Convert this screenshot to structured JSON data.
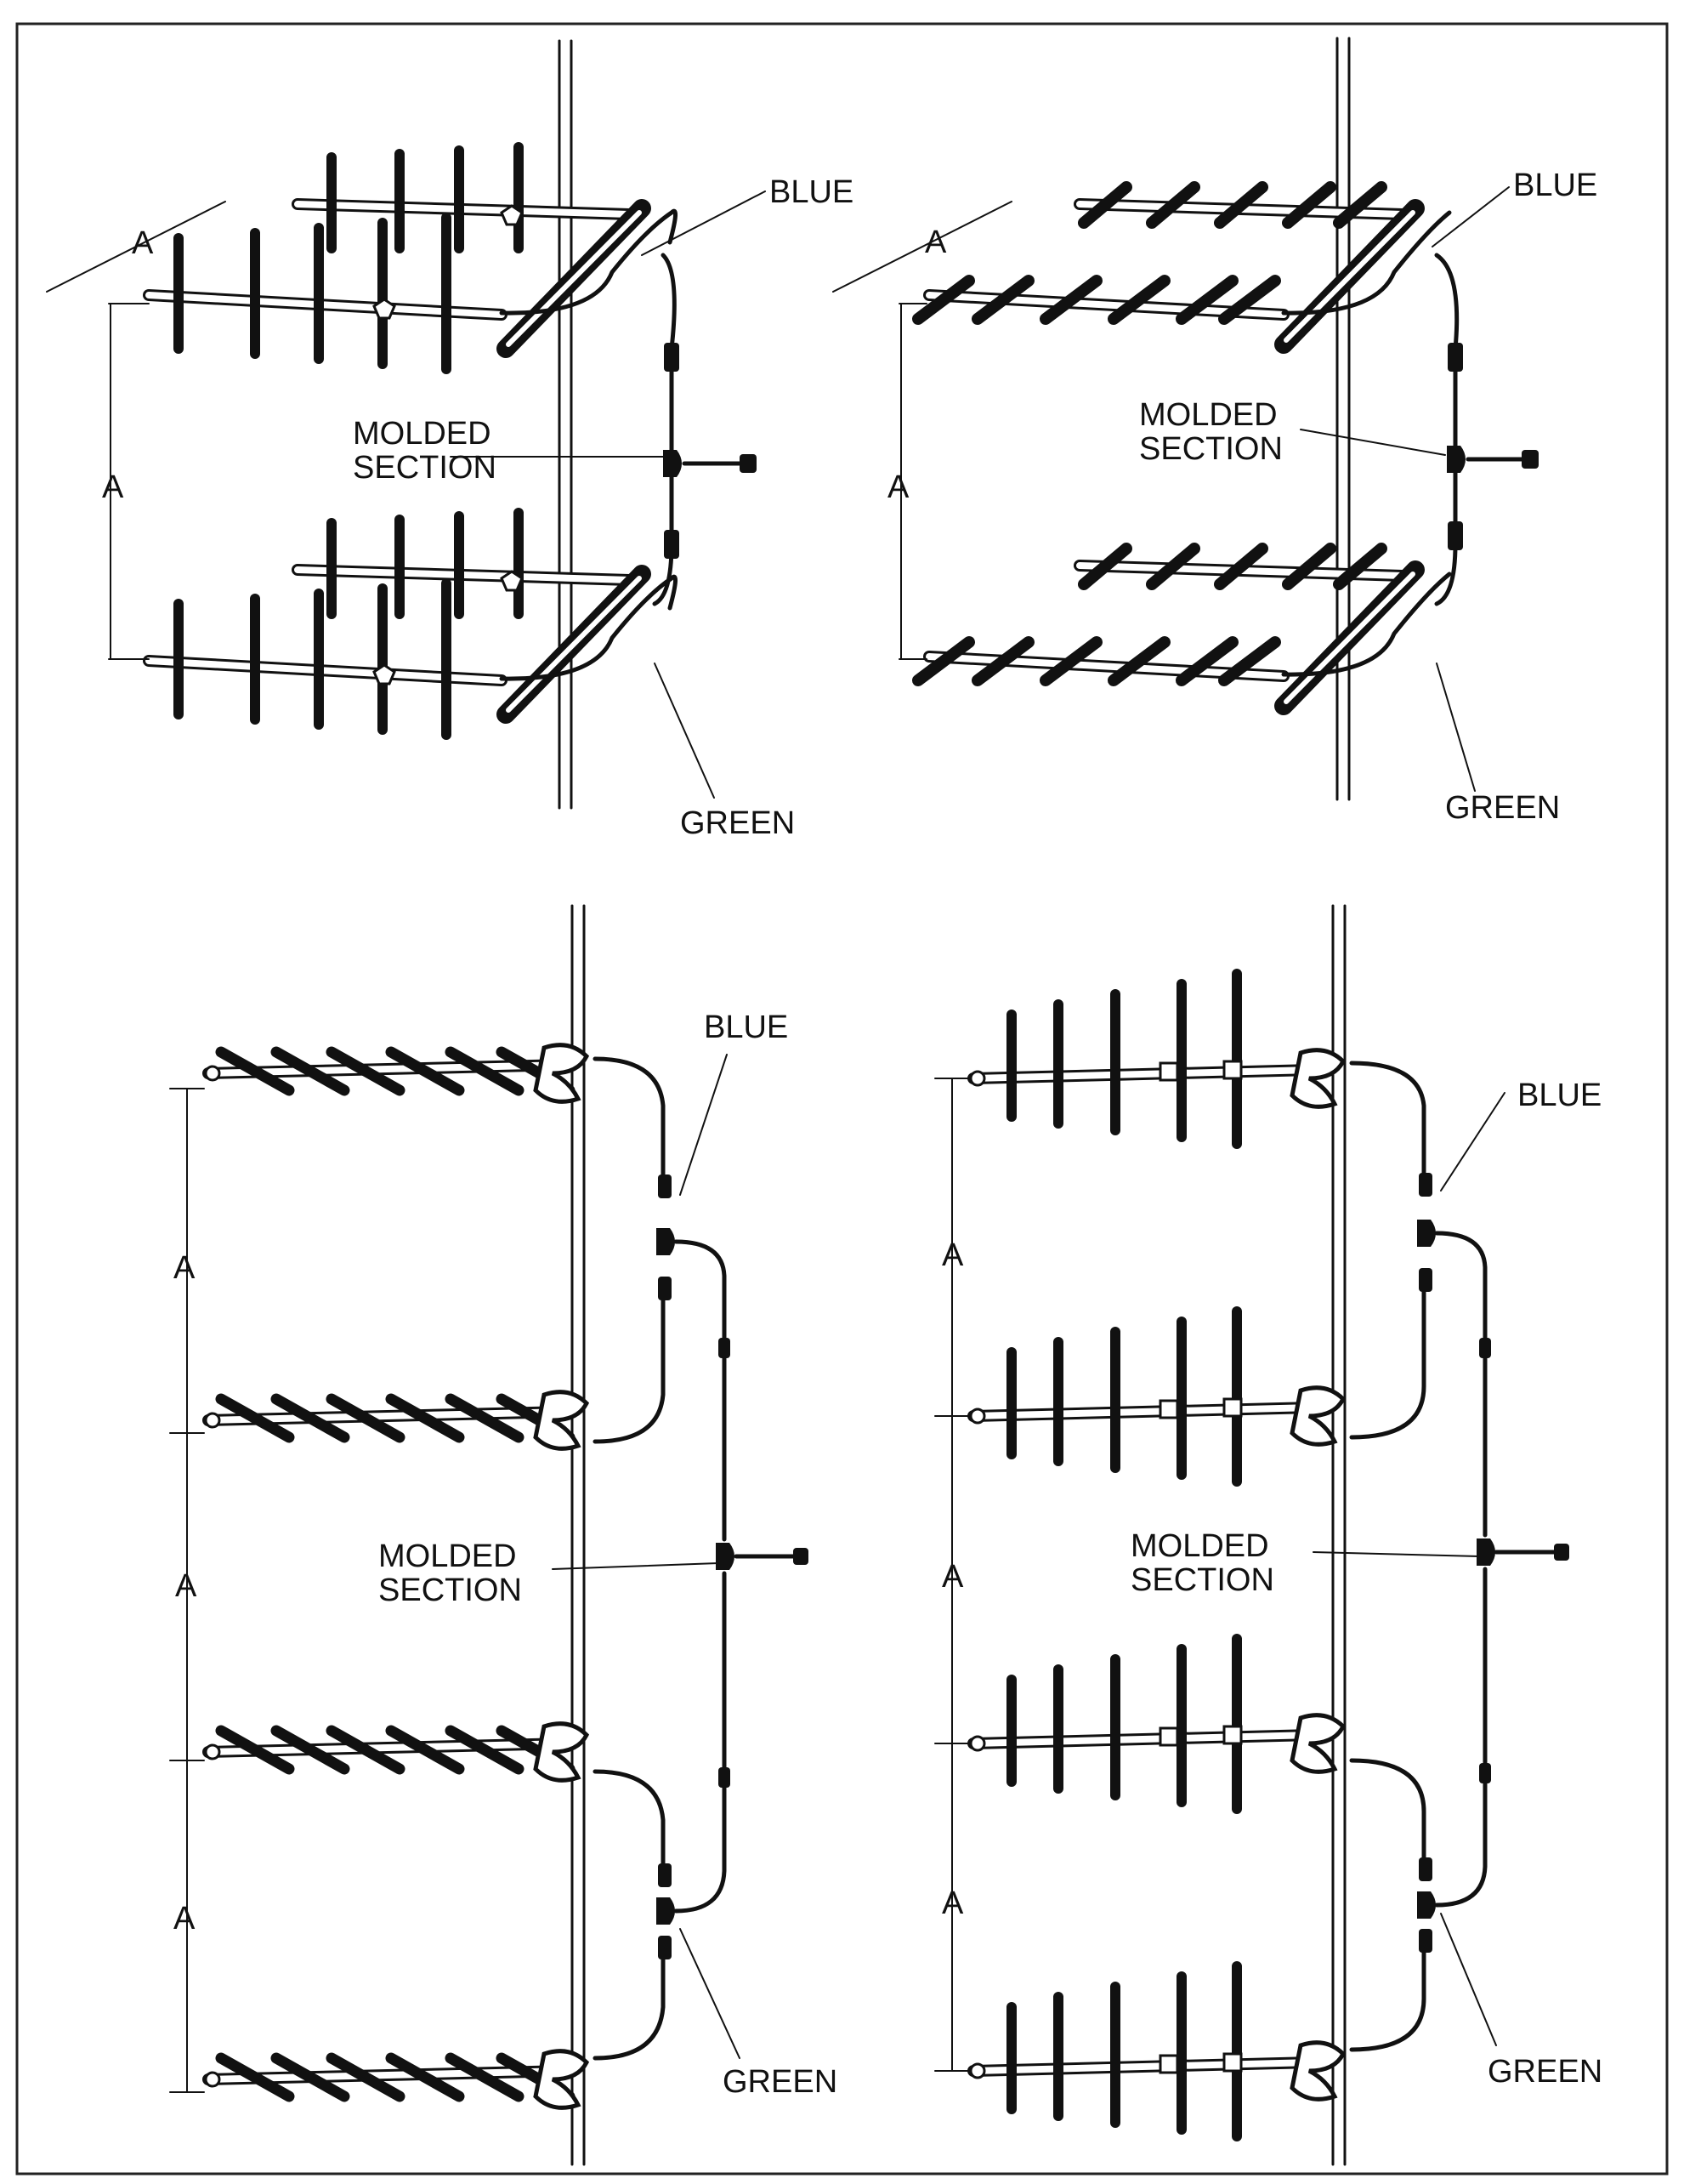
{
  "diagrams": {
    "top_left": {
      "blue": "BLUE",
      "green": "GREEN",
      "molded": [
        "MOLDED",
        "SECTION"
      ],
      "dim": "A",
      "dim2": "A"
    },
    "top_right": {
      "blue": "BLUE",
      "green": "GREEN",
      "molded": [
        "MOLDED",
        "SECTION"
      ],
      "dim": "A",
      "dim2": "A"
    },
    "bottom_left": {
      "blue": "BLUE",
      "green": "GREEN",
      "molded": [
        "MOLDED",
        "SECTION"
      ],
      "dims": [
        "A",
        "A",
        "A"
      ]
    },
    "bottom_right": {
      "blue": "BLUE",
      "green": "GREEN",
      "molded": [
        "MOLDED",
        "SECTION"
      ],
      "dims": [
        "A",
        "A",
        "A"
      ]
    }
  },
  "colors": {
    "ink": "#111111",
    "border": "#222222"
  }
}
